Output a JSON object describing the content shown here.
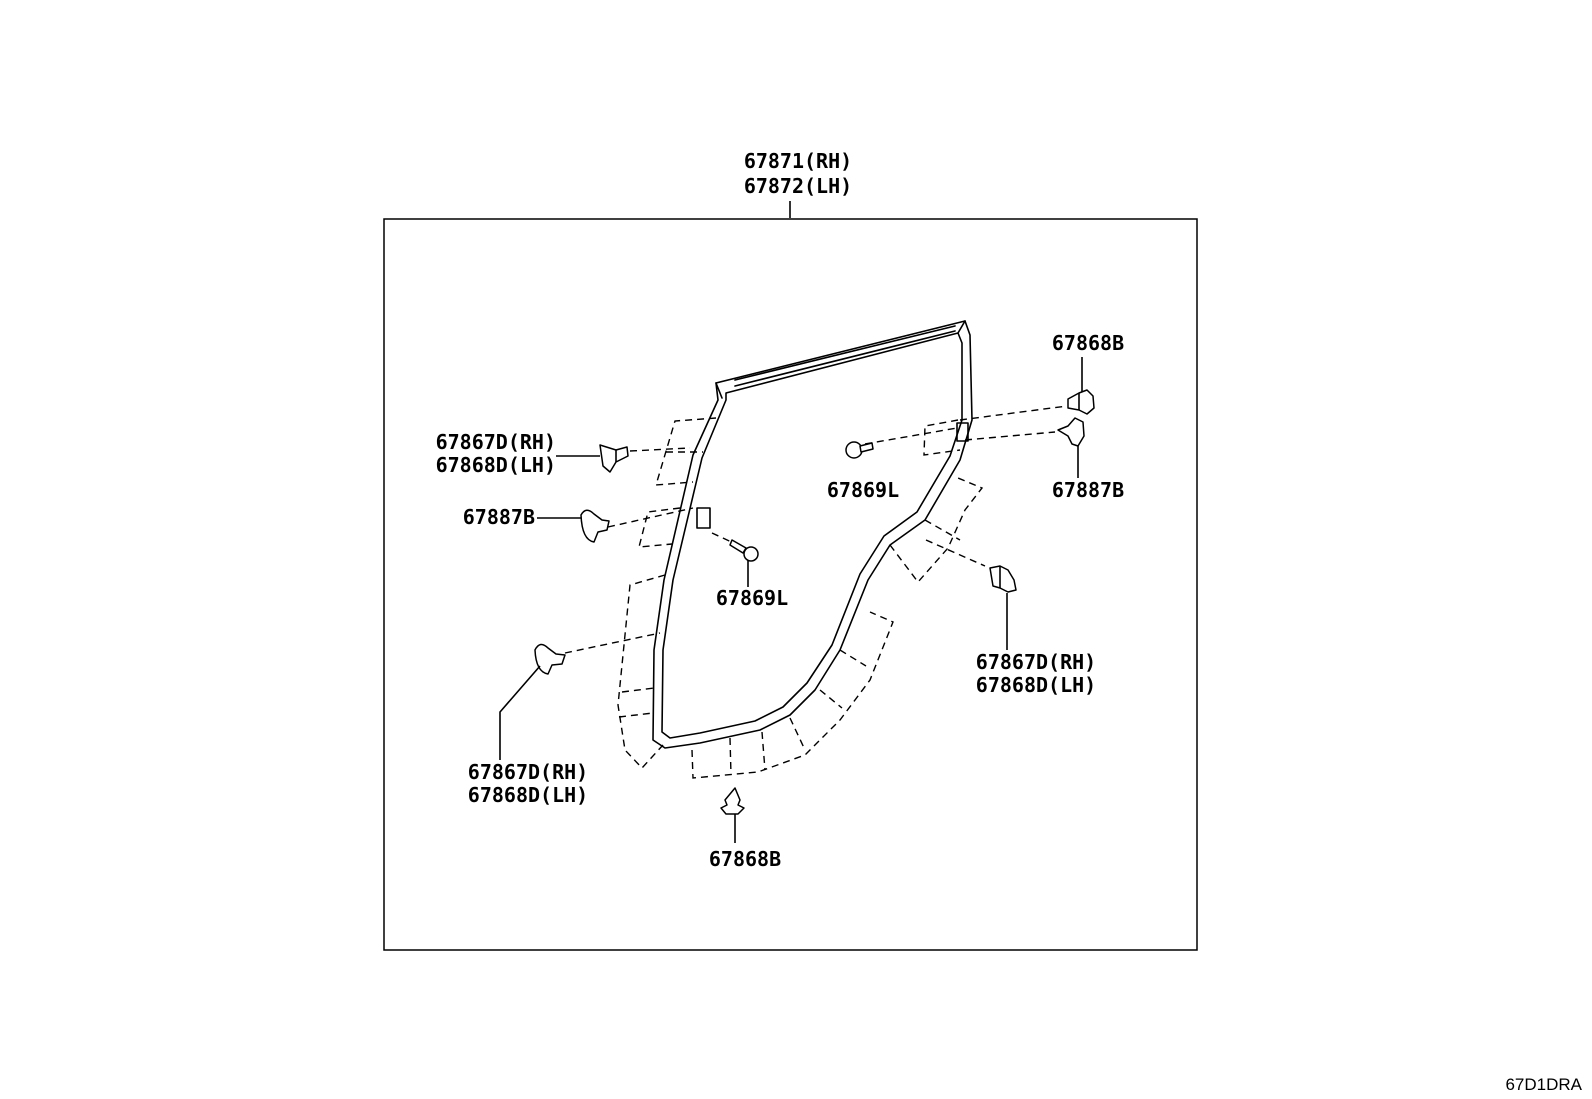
{
  "diagram": {
    "main_part": {
      "line1": "67871(RH)",
      "line2": "67872(LH)"
    },
    "callouts": {
      "left_upper_clip": {
        "line1": "67867D(RH)",
        "line2": "67868D(LH)"
      },
      "left_mid_clip": "67887B",
      "center_left_screw": "67869L",
      "left_lower_clip": {
        "line1": "67867D(RH)",
        "line2": "67868D(LH)"
      },
      "bottom_clip": "67868B",
      "right_top_clip": "67868B",
      "right_clip_2": "67887B",
      "center_right_screw": "67869L",
      "right_lower_clip": {
        "line1": "67867D(RH)",
        "line2": "67868D(LH)"
      }
    },
    "drawing_code": "67D1DRA"
  }
}
